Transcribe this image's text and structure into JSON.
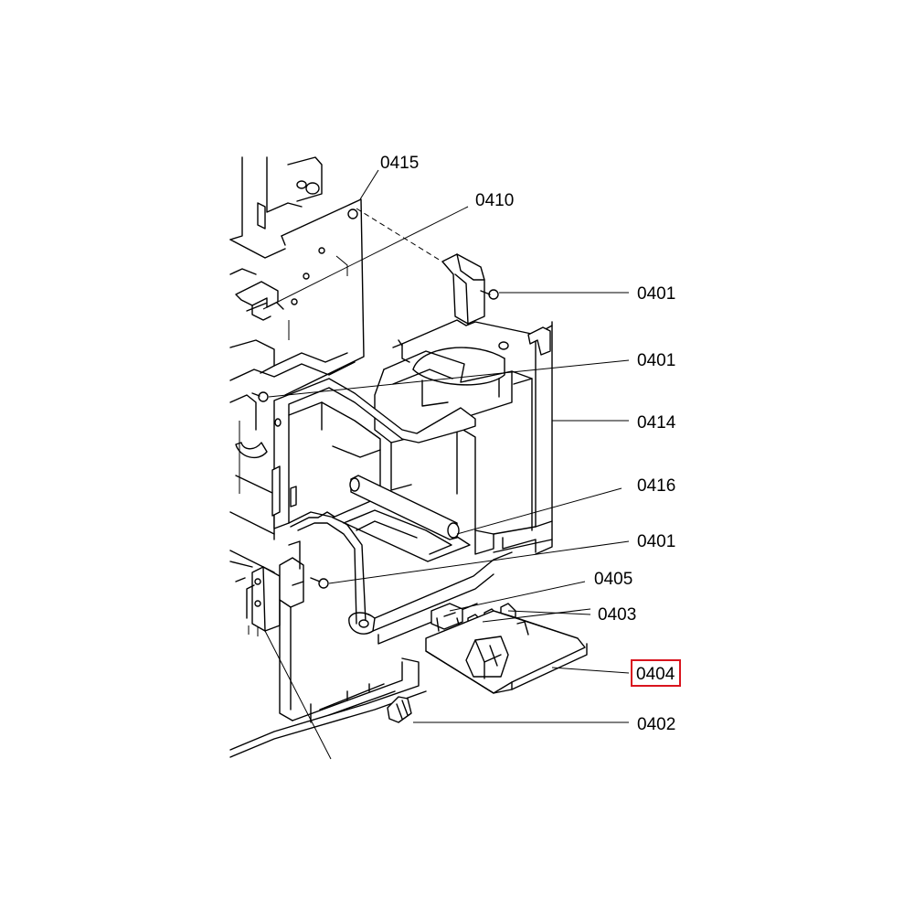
{
  "labels": {
    "p0415": "0415",
    "p0410": "0410",
    "p0401_a": "0401",
    "p0401_b": "0401",
    "p0414": "0414",
    "p0416": "0416",
    "p0401_c": "0401",
    "p0405": "0405",
    "p0403": "0403",
    "p0404": "0404",
    "p0402": "0402"
  },
  "highlight": {
    "part": "0404",
    "color": "#d9141e"
  }
}
